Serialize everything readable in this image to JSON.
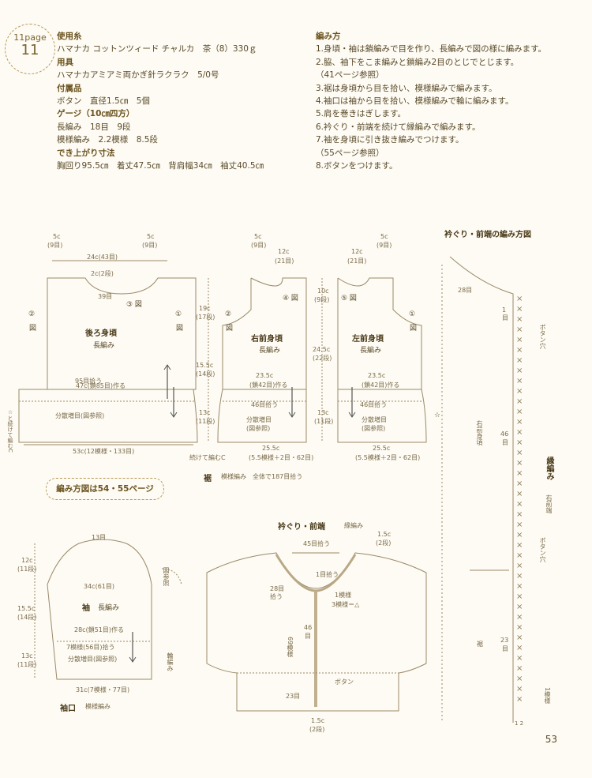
{
  "badge": {
    "label": "11page",
    "number": "11"
  },
  "materials": {
    "yarn_head": "使用糸",
    "yarn": "ハマナカ コットンツィード チャルカ　茶（8）330ｇ",
    "tools_head": "用具",
    "tools": "ハマナカアミアミ両かぎ針ラクラク　5/0号",
    "acc_head": "付属品",
    "acc": "ボタン　直径1.5㎝　5個",
    "gauge_head": "ゲージ（10㎝四方）",
    "gauge1": "長編み　18目　9段",
    "gauge2": "模様編み　2.2模様　8.5段",
    "size_head": "でき上がり寸法",
    "size": "胸回り95.5㎝　着丈47.5㎝　背肩幅34㎝　袖丈40.5㎝"
  },
  "steps": {
    "head": "編み方",
    "s1": "1.身頃・袖は鎖編みで目を作り、長編みで図の様に編みます。",
    "s2": "2.脇、袖下をこま編みと鎖編み2目のとじでとじます。",
    "s2b": "（41ページ参照）",
    "s3": "3.裾は身頃から目を拾い、模様編みで編みます。",
    "s4": "4.袖口は袖から目を拾い、模様編みで輪に編みます。",
    "s5": "5.肩を巻きはぎします。",
    "s6": "6.衿ぐり・前端を続けて縁編みで編みます。",
    "s7": "7.袖を身頃に引き抜き編みでつけます。",
    "s7b": "（55ページ参照）",
    "s8": "8.ボタンをつけます。"
  },
  "back": {
    "title": "後ろ身頃",
    "stitch": "長編み",
    "d_5c_l": "5c",
    "d_9_l": "(9目)",
    "d_24c": "24c(43目)",
    "d_5c_r": "5c",
    "d_9_r": "(9目)",
    "d_2c": "2c(2段)",
    "d_39": "39目",
    "ref3": "③ 図",
    "ref2": "②",
    "ref2b": "図",
    "ref1": "①",
    "ref1b": "図",
    "d_19c": "19c",
    "d_17": "(17段)",
    "d_155c": "15.5c",
    "d_14": "(14段)",
    "d_95": "95目拾う",
    "d_47c": "47c(鎖85目)作る",
    "d_13c": "13c",
    "d_11": "(11段)",
    "d_inc": "分散増目(図参照)",
    "d_53c": "53c(12模様・133目)",
    "side": "☆と続けて編むC",
    "contd": "続けて編むC"
  },
  "rfront": {
    "title": "右前身頃",
    "stitch": "長編み",
    "ref4": "④ 図",
    "ref2": "②",
    "ref2b": "図",
    "d_5c": "5c",
    "d_9": "(9目)",
    "d_12c": "12c",
    "d_21": "(21目)",
    "d_10c": "10c",
    "d_9d": "(9段)",
    "d_245c": "24.5c",
    "d_22": "(22段)",
    "d_235c": "23.5c",
    "d_42": "(鎖42目)作る",
    "d_46": "46目拾う",
    "d_inc": "分散増目",
    "d_inc2": "(図参照)",
    "d_13c": "13c",
    "d_11": "(11段)",
    "d_255c": "25.5c",
    "d_55": "(5.5模様＋2目・62目)"
  },
  "lfront": {
    "title": "左前身頃",
    "stitch": "長編み",
    "ref5": "⑤ 図",
    "ref1": "①",
    "ref1b": "図",
    "d_12c": "12c",
    "d_21": "(21目)",
    "d_5c": "5c",
    "d_9": "(9目)",
    "d_235c": "23.5c",
    "d_42": "(鎖42目)作る",
    "d_46": "46目拾う",
    "d_inc": "分散増目",
    "d_inc2": "(図参照)",
    "d_255c": "25.5c",
    "d_55": "(5.5模様＋2目・62目)",
    "star": "☆"
  },
  "hem": {
    "label": "裾",
    "note": "模様編み　全体で187目拾う"
  },
  "note_box": "編み方図は54・55ページ",
  "sleeve": {
    "title": "袖",
    "stitch": "長編み",
    "d_13": "13目",
    "d_12c": "12c",
    "d_11": "(11段)",
    "d_34c": "34c(61目)",
    "d_155c": "15.5c",
    "d_14": "(14段)",
    "d_28c": "28c(鎖51目)作る",
    "d_7": "7模様(56目)拾う",
    "d_inc": "分散増目(図参照)",
    "d_13c": "13c",
    "d_11b": "(11段)",
    "d_31c": "31c(7模様・77目)",
    "ref": "図参照",
    "ring": "輪編み",
    "cuff": "袖口",
    "cuff_st": "模様編み"
  },
  "neck": {
    "title": "衿ぐり・前端",
    "stitch": "縁編み",
    "d_45": "45目拾う",
    "d_15c": "1.5c",
    "d_2": "(2段)",
    "d_28": "28目",
    "d_28b": "拾う",
    "d_1": "1目拾う",
    "d_1m": "1模様",
    "d_3m": "3模様＝△",
    "d_46": "46",
    "d_46b": "目",
    "d_69": "69模様",
    "d_23": "23目",
    "btn": "ボタン",
    "d_15c_b": "1.5c",
    "d_2b": "(2段)"
  },
  "edge": {
    "title": "衿ぐり・前端の編み方図",
    "d_28": "28目",
    "d_1": "1",
    "d_1b": "目",
    "btn1": "ボタン穴",
    "btn2": "ボタン穴",
    "rf": "右前身頃",
    "d_46": "46",
    "d_46b": "目",
    "edge": "縁編み",
    "rfe": "右前端",
    "hem": "裾",
    "d_23": "23",
    "d_23b": "目",
    "d_1m": "1模様",
    "d_12": "1 2"
  },
  "page_number": "53"
}
